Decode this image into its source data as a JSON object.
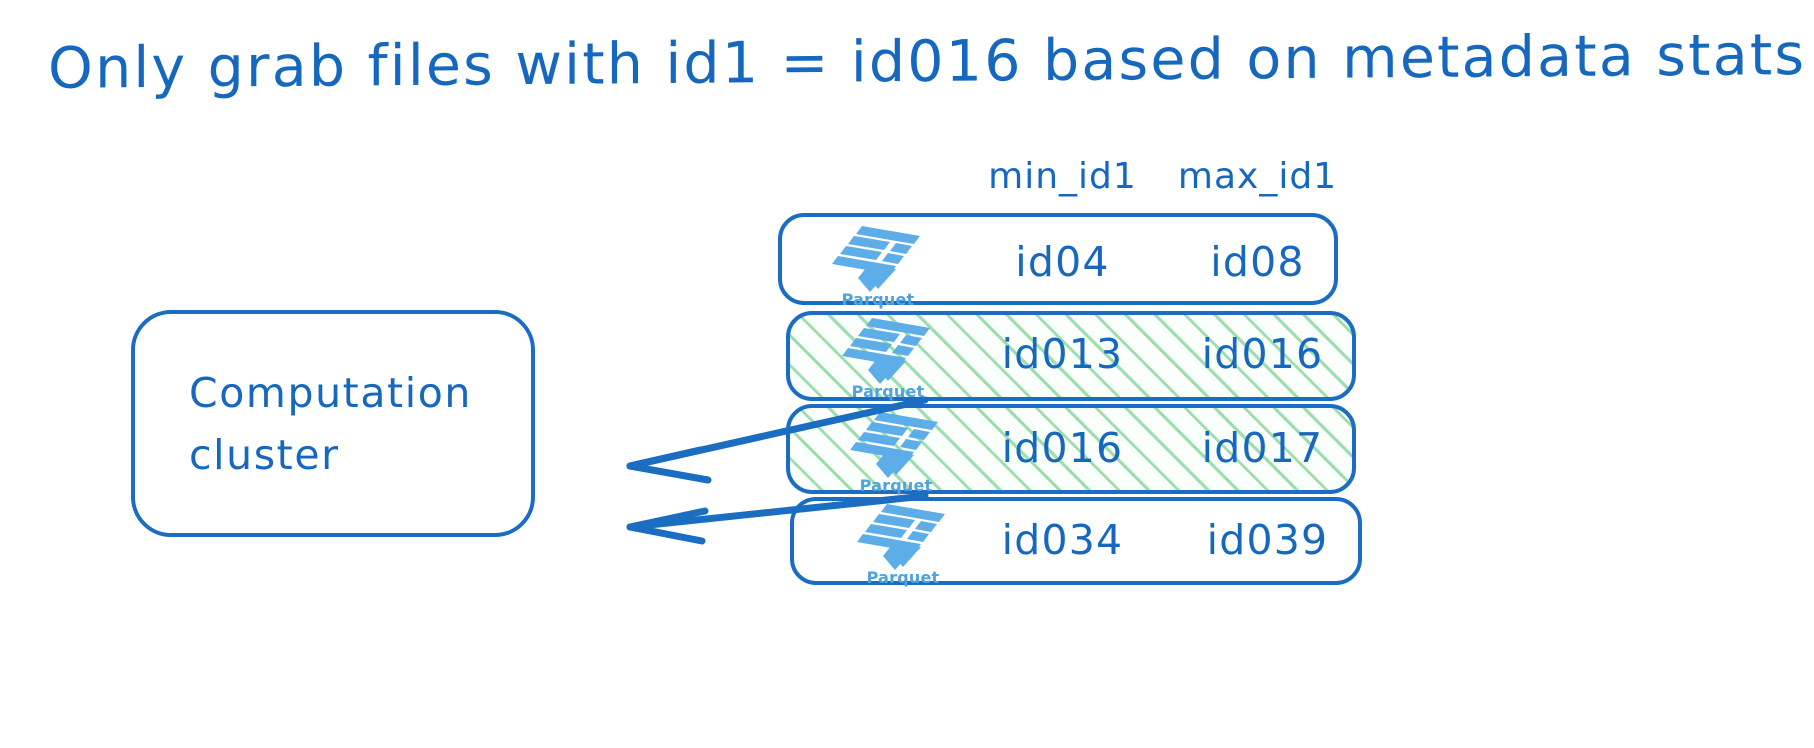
{
  "title": "Only grab files with id1 = id016 based on metadata stats",
  "colors": {
    "ink_blue": "#1668BE",
    "border_blue": "#1A6DC0",
    "parquet_blue": "#5DADE9",
    "highlight_green": "#8CD8A0",
    "background": "#ffffff"
  },
  "cluster": {
    "line1": "Computation",
    "line2": "cluster"
  },
  "table": {
    "headers": {
      "min": "min_id1",
      "max": "max_id1"
    },
    "rows": [
      {
        "logo_label": "Parquet",
        "min_id1": "id04",
        "max_id1": "id08",
        "selected": false
      },
      {
        "logo_label": "Parquet",
        "min_id1": "id013",
        "max_id1": "id016",
        "selected": true
      },
      {
        "logo_label": "Parquet",
        "min_id1": "id016",
        "max_id1": "id017",
        "selected": true
      },
      {
        "logo_label": "Parquet",
        "min_id1": "id034",
        "max_id1": "id039",
        "selected": false
      }
    ]
  },
  "arrows": [
    {
      "from_row": 2,
      "to": "computation-cluster"
    },
    {
      "from_row": 3,
      "to": "computation-cluster"
    }
  ]
}
